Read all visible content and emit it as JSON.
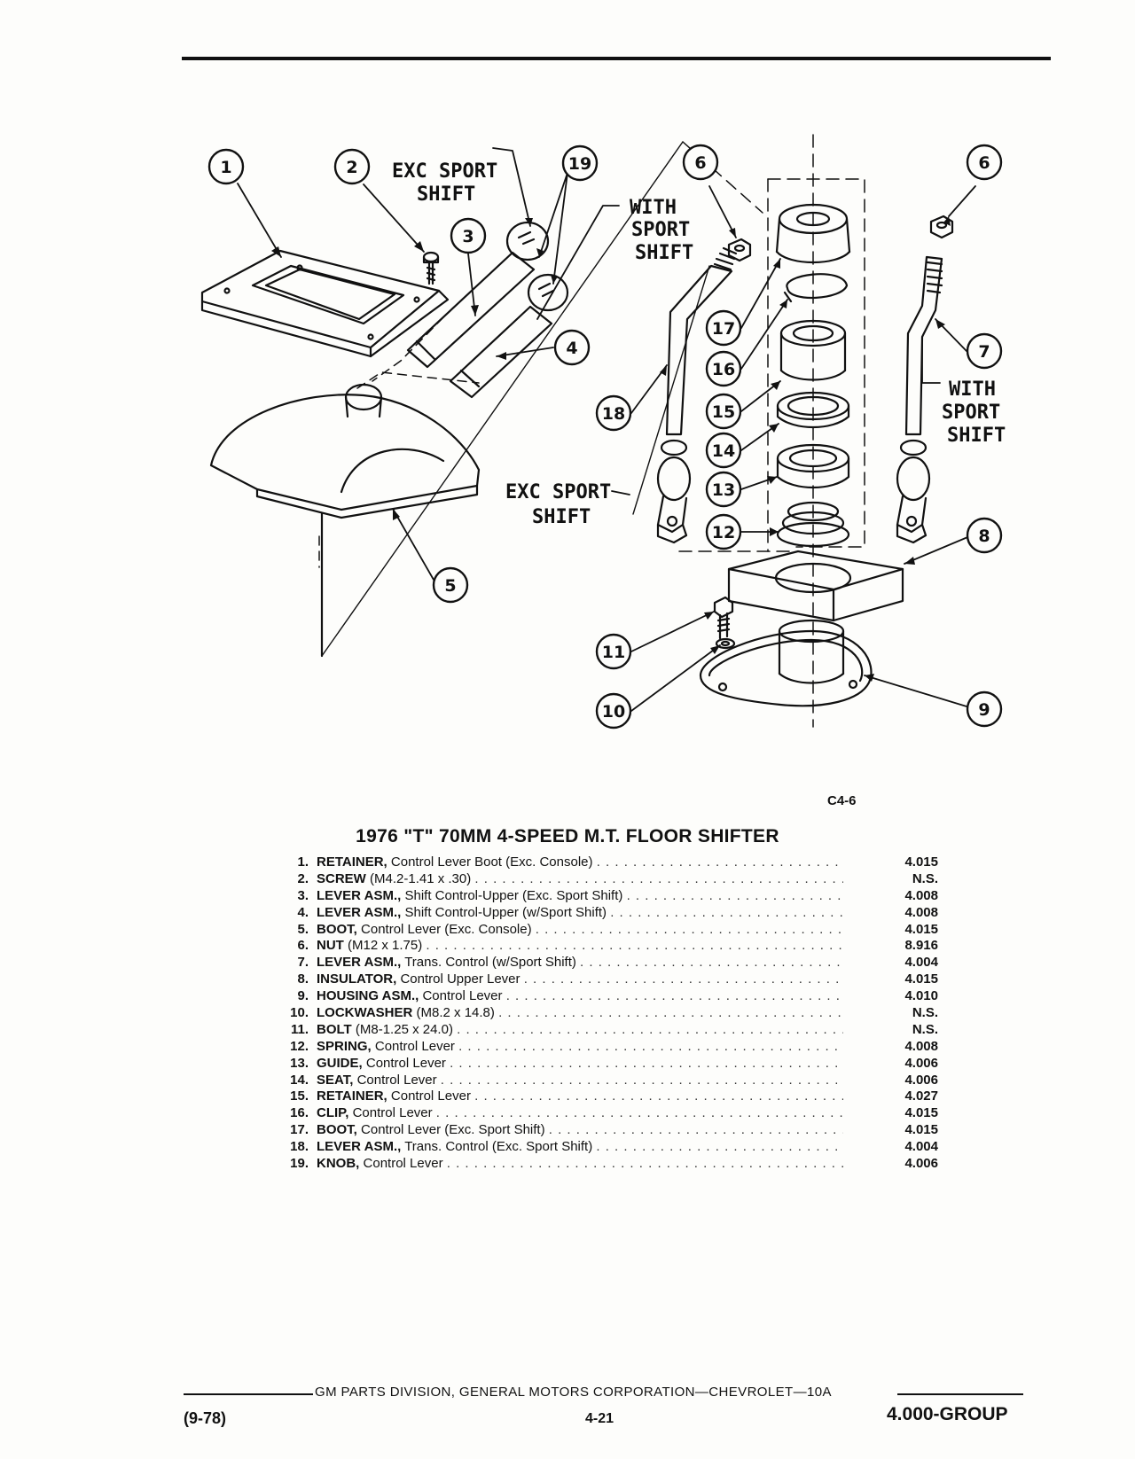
{
  "diagram": {
    "callouts": [
      {
        "id": "1",
        "label": "1"
      },
      {
        "id": "2",
        "label": "2"
      },
      {
        "id": "3",
        "label": "3"
      },
      {
        "id": "4",
        "label": "4"
      },
      {
        "id": "5",
        "label": "5"
      },
      {
        "id": "6a",
        "label": "6"
      },
      {
        "id": "6b",
        "label": "6"
      },
      {
        "id": "7",
        "label": "7"
      },
      {
        "id": "8",
        "label": "8"
      },
      {
        "id": "9",
        "label": "9"
      },
      {
        "id": "10",
        "label": "10"
      },
      {
        "id": "11",
        "label": "11"
      },
      {
        "id": "12",
        "label": "12"
      },
      {
        "id": "13",
        "label": "13"
      },
      {
        "id": "14",
        "label": "14"
      },
      {
        "id": "15",
        "label": "15"
      },
      {
        "id": "16",
        "label": "16"
      },
      {
        "id": "17",
        "label": "17"
      },
      {
        "id": "18",
        "label": "18"
      },
      {
        "id": "19",
        "label": "19"
      }
    ],
    "notes": {
      "exc_sport_shift_top": [
        "EXC SPORT",
        "SHIFT"
      ],
      "with_sport_shift_top": [
        "WITH",
        "SPORT",
        "SHIFT"
      ],
      "exc_sport_shift_mid": [
        "EXC SPORT",
        "SHIFT"
      ],
      "with_sport_shift_right": [
        "WITH",
        "SPORT",
        "SHIFT"
      ]
    },
    "figure_code": "C4-6"
  },
  "title": "1976 \"T\" 70MM 4-SPEED M.T. FLOOR SHIFTER",
  "parts": [
    {
      "num": "1.",
      "name": "RETAINER,",
      "desc": "Control Lever Boot (Exc. Console)",
      "group": "4.015"
    },
    {
      "num": "2.",
      "name": "SCREW",
      "desc": "(M4.2-1.41 x .30)",
      "group": "N.S."
    },
    {
      "num": "3.",
      "name": "LEVER ASM.,",
      "desc": "Shift Control-Upper (Exc. Sport Shift)",
      "group": "4.008"
    },
    {
      "num": "4.",
      "name": "LEVER ASM.,",
      "desc": "Shift Control-Upper (w/Sport Shift)",
      "group": "4.008"
    },
    {
      "num": "5.",
      "name": "BOOT,",
      "desc": "Control Lever (Exc. Console)",
      "group": "4.015"
    },
    {
      "num": "6.",
      "name": "NUT",
      "desc": "(M12 x 1.75)",
      "group": "8.916"
    },
    {
      "num": "7.",
      "name": "LEVER ASM.,",
      "desc": "Trans. Control (w/Sport Shift)",
      "group": "4.004"
    },
    {
      "num": "8.",
      "name": "INSULATOR,",
      "desc": "Control Upper Lever",
      "group": "4.015"
    },
    {
      "num": "9.",
      "name": "HOUSING ASM.,",
      "desc": "Control Lever",
      "group": "4.010"
    },
    {
      "num": "10.",
      "name": "LOCKWASHER",
      "desc": "(M8.2 x 14.8)",
      "group": "N.S."
    },
    {
      "num": "11.",
      "name": "BOLT",
      "desc": "(M8-1.25 x 24.0)",
      "group": "N.S."
    },
    {
      "num": "12.",
      "name": "SPRING,",
      "desc": "Control Lever",
      "group": "4.008"
    },
    {
      "num": "13.",
      "name": "GUIDE,",
      "desc": "Control Lever",
      "group": "4.006"
    },
    {
      "num": "14.",
      "name": "SEAT,",
      "desc": "Control Lever",
      "group": "4.006"
    },
    {
      "num": "15.",
      "name": "RETAINER,",
      "desc": "Control Lever",
      "group": "4.027"
    },
    {
      "num": "16.",
      "name": "CLIP,",
      "desc": "Control Lever",
      "group": "4.015"
    },
    {
      "num": "17.",
      "name": "BOOT,",
      "desc": "Control Lever (Exc. Sport Shift)",
      "group": "4.015"
    },
    {
      "num": "18.",
      "name": "LEVER ASM.,",
      "desc": "Trans. Control (Exc. Sport Shift)",
      "group": "4.004"
    },
    {
      "num": "19.",
      "name": "KNOB,",
      "desc": "Control Lever",
      "group": "4.006"
    }
  ],
  "footer": {
    "corporation": "GM PARTS DIVISION, GENERAL MOTORS CORPORATION—CHEVROLET—10A",
    "date": "(9-78)",
    "page": "4-21",
    "group": "4.000-GROUP"
  }
}
